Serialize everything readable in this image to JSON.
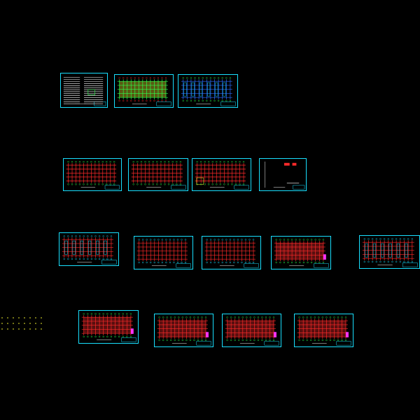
{
  "drawing": {
    "background": "#000000",
    "frame_color": "#18e0ff",
    "colors": {
      "grid_red": "#ff2a2a",
      "grid_green": "#2aff4a",
      "grid_yellow": "#ffff33",
      "grid_blue": "#2a6bff",
      "text_white": "#ffffff",
      "accent_magenta": "#ff33ff"
    },
    "sheets_row1": [
      "notes",
      "foundation-plan",
      "foundation-plan-blue"
    ],
    "sheets_row2": [
      "column-plan",
      "column-plan",
      "column-plan-detail",
      "title-detail"
    ],
    "sheets_row3": [
      "beam-plan-cyan",
      "beam-plan",
      "beam-plan",
      "slab-plan-red",
      "beam-plan-cyan"
    ],
    "sheets_row4": [
      "slab-plan-red",
      "slab-plan-red",
      "slab-plan-red",
      "slab-plan-red"
    ]
  }
}
